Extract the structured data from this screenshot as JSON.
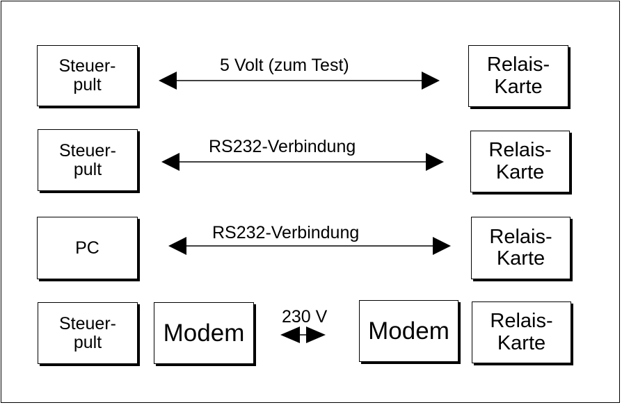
{
  "rows": [
    {
      "left": [
        "Steuer-",
        "pult"
      ],
      "link": "5 Volt (zum Test)",
      "right": [
        "Relais-",
        "Karte"
      ]
    },
    {
      "left": [
        "Steuer-",
        "pult"
      ],
      "link": "RS232-Verbindung",
      "right": [
        "Relais-",
        "Karte"
      ]
    },
    {
      "left": [
        "PC"
      ],
      "link": "RS232-Verbindung",
      "right": [
        "Relais-",
        "Karte"
      ]
    },
    {
      "left": [
        "Steuer-",
        "pult"
      ],
      "modem_left": "Modem",
      "link": "230 V",
      "modem_right": "Modem",
      "right": [
        "Relais-",
        "Karte"
      ]
    }
  ]
}
